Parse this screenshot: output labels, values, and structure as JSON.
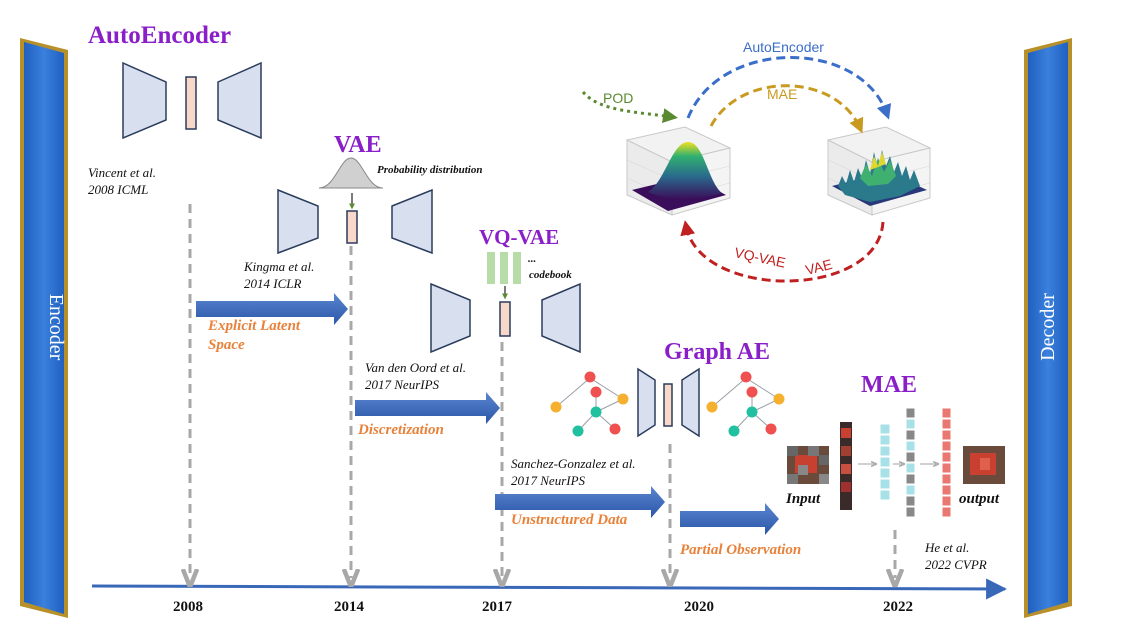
{
  "side_bars": {
    "encoder": "Encoder",
    "decoder": "Decoder"
  },
  "timeline": {
    "years": [
      "2008",
      "2014",
      "2017",
      "2020",
      "2022"
    ]
  },
  "models": {
    "autoencoder": {
      "title": "AutoEncoder",
      "citation_line1": "Vincent et al.",
      "citation_line2": "2008 ICML"
    },
    "vae": {
      "title": "VAE",
      "note": "Probability distribution",
      "citation_line1": "Kingma et al.",
      "citation_line2": "2014 ICLR"
    },
    "vqvae": {
      "title": "VQ-VAE",
      "ellipsis": "...",
      "note": "codebook",
      "citation_line1": "Van den Oord et al.",
      "citation_line2": "2017 NeurIPS"
    },
    "graphae": {
      "title": "Graph AE",
      "citation_line1": "Sanchez-Gonzalez et al.",
      "citation_line2": "2017 NeurIPS"
    },
    "mae": {
      "title": "MAE",
      "input_label": "Input",
      "output_label": "output",
      "citation_line1": "He et al.",
      "citation_line2": "2022 CVPR"
    }
  },
  "transitions": {
    "explicit_line1": "Explicit Latent",
    "explicit_line2": "Space",
    "discretization": "Discretization",
    "unstructured": "Unstructured Data",
    "partial": "Partial Observation"
  },
  "panel": {
    "pod": "POD",
    "autoencoder": "AutoEncoder",
    "mae": "MAE",
    "vqvae": "VQ-VAE",
    "vae": "VAE"
  },
  "colors": {
    "title_purple": "#8a1ec8",
    "accent_orange": "#e8823a",
    "arrow_blue": "#3a68b8",
    "bar_blue": "#3070c8",
    "bar_gold": "#b8902a",
    "pod_green": "#5a8a30",
    "autoencoder_blue": "#3a6ec8",
    "mae_gold": "#c89a20",
    "vq_red": "#c02020",
    "shape_fill": "#d8e0f0",
    "latent_fill": "#f8d8c8"
  }
}
